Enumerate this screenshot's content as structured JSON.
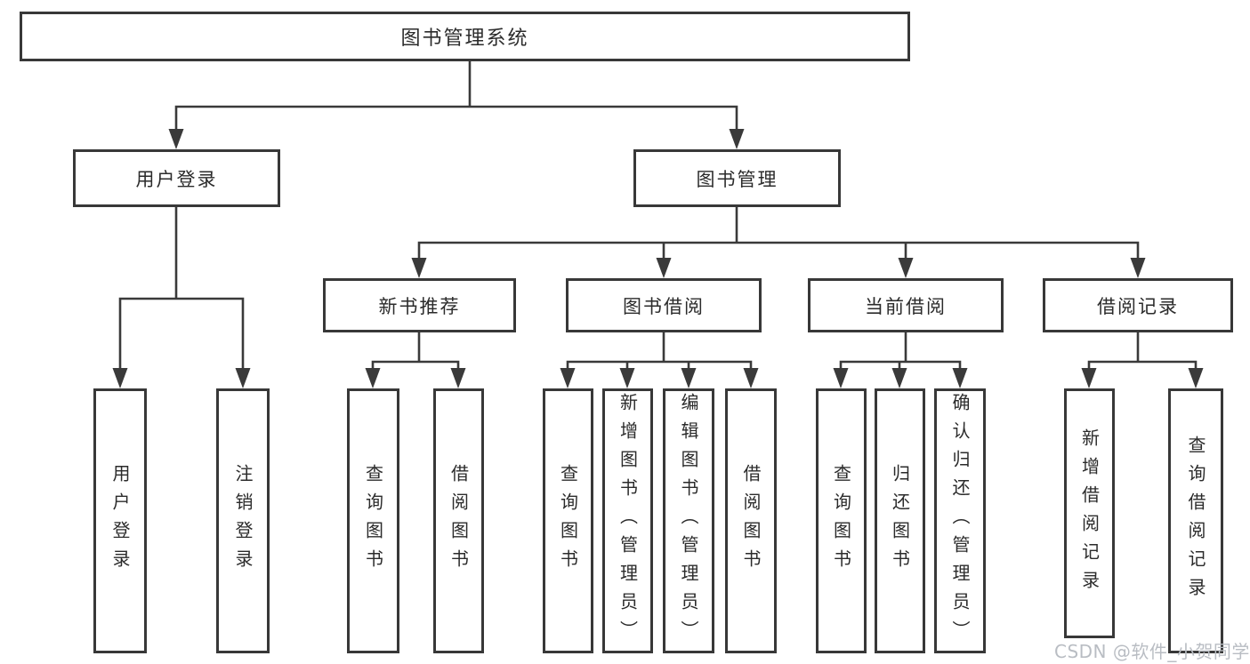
{
  "tree": {
    "root": {
      "label": "图书管理系统"
    },
    "children": [
      {
        "label": "用户登录",
        "children": [
          {
            "label": "用户登录"
          },
          {
            "label": "注销登录"
          }
        ]
      },
      {
        "label": "图书管理",
        "children": [
          {
            "label": "新书推荐",
            "children": [
              {
                "label": "查询图书"
              },
              {
                "label": "借阅图书"
              }
            ]
          },
          {
            "label": "图书借阅",
            "children": [
              {
                "label": "查询图书"
              },
              {
                "label": "新增图书（管理员）"
              },
              {
                "label": "编辑图书（管理员）"
              },
              {
                "label": "借阅图书"
              }
            ]
          },
          {
            "label": "当前借阅",
            "children": [
              {
                "label": "查询图书"
              },
              {
                "label": "归还图书"
              },
              {
                "label": "确认归还（管理员）"
              }
            ]
          },
          {
            "label": "借阅记录",
            "children": [
              {
                "label": "新增借阅记录"
              },
              {
                "label": "查询借阅记录"
              }
            ]
          }
        ]
      }
    ]
  },
  "watermark": {
    "text": "CSDN @软件_小贺同学"
  },
  "colors": {
    "line": "#3a3a3a",
    "box_border": "#383838",
    "text": "#2b2b2b",
    "background": "#ffffff",
    "watermark": "#b9bdc3"
  }
}
